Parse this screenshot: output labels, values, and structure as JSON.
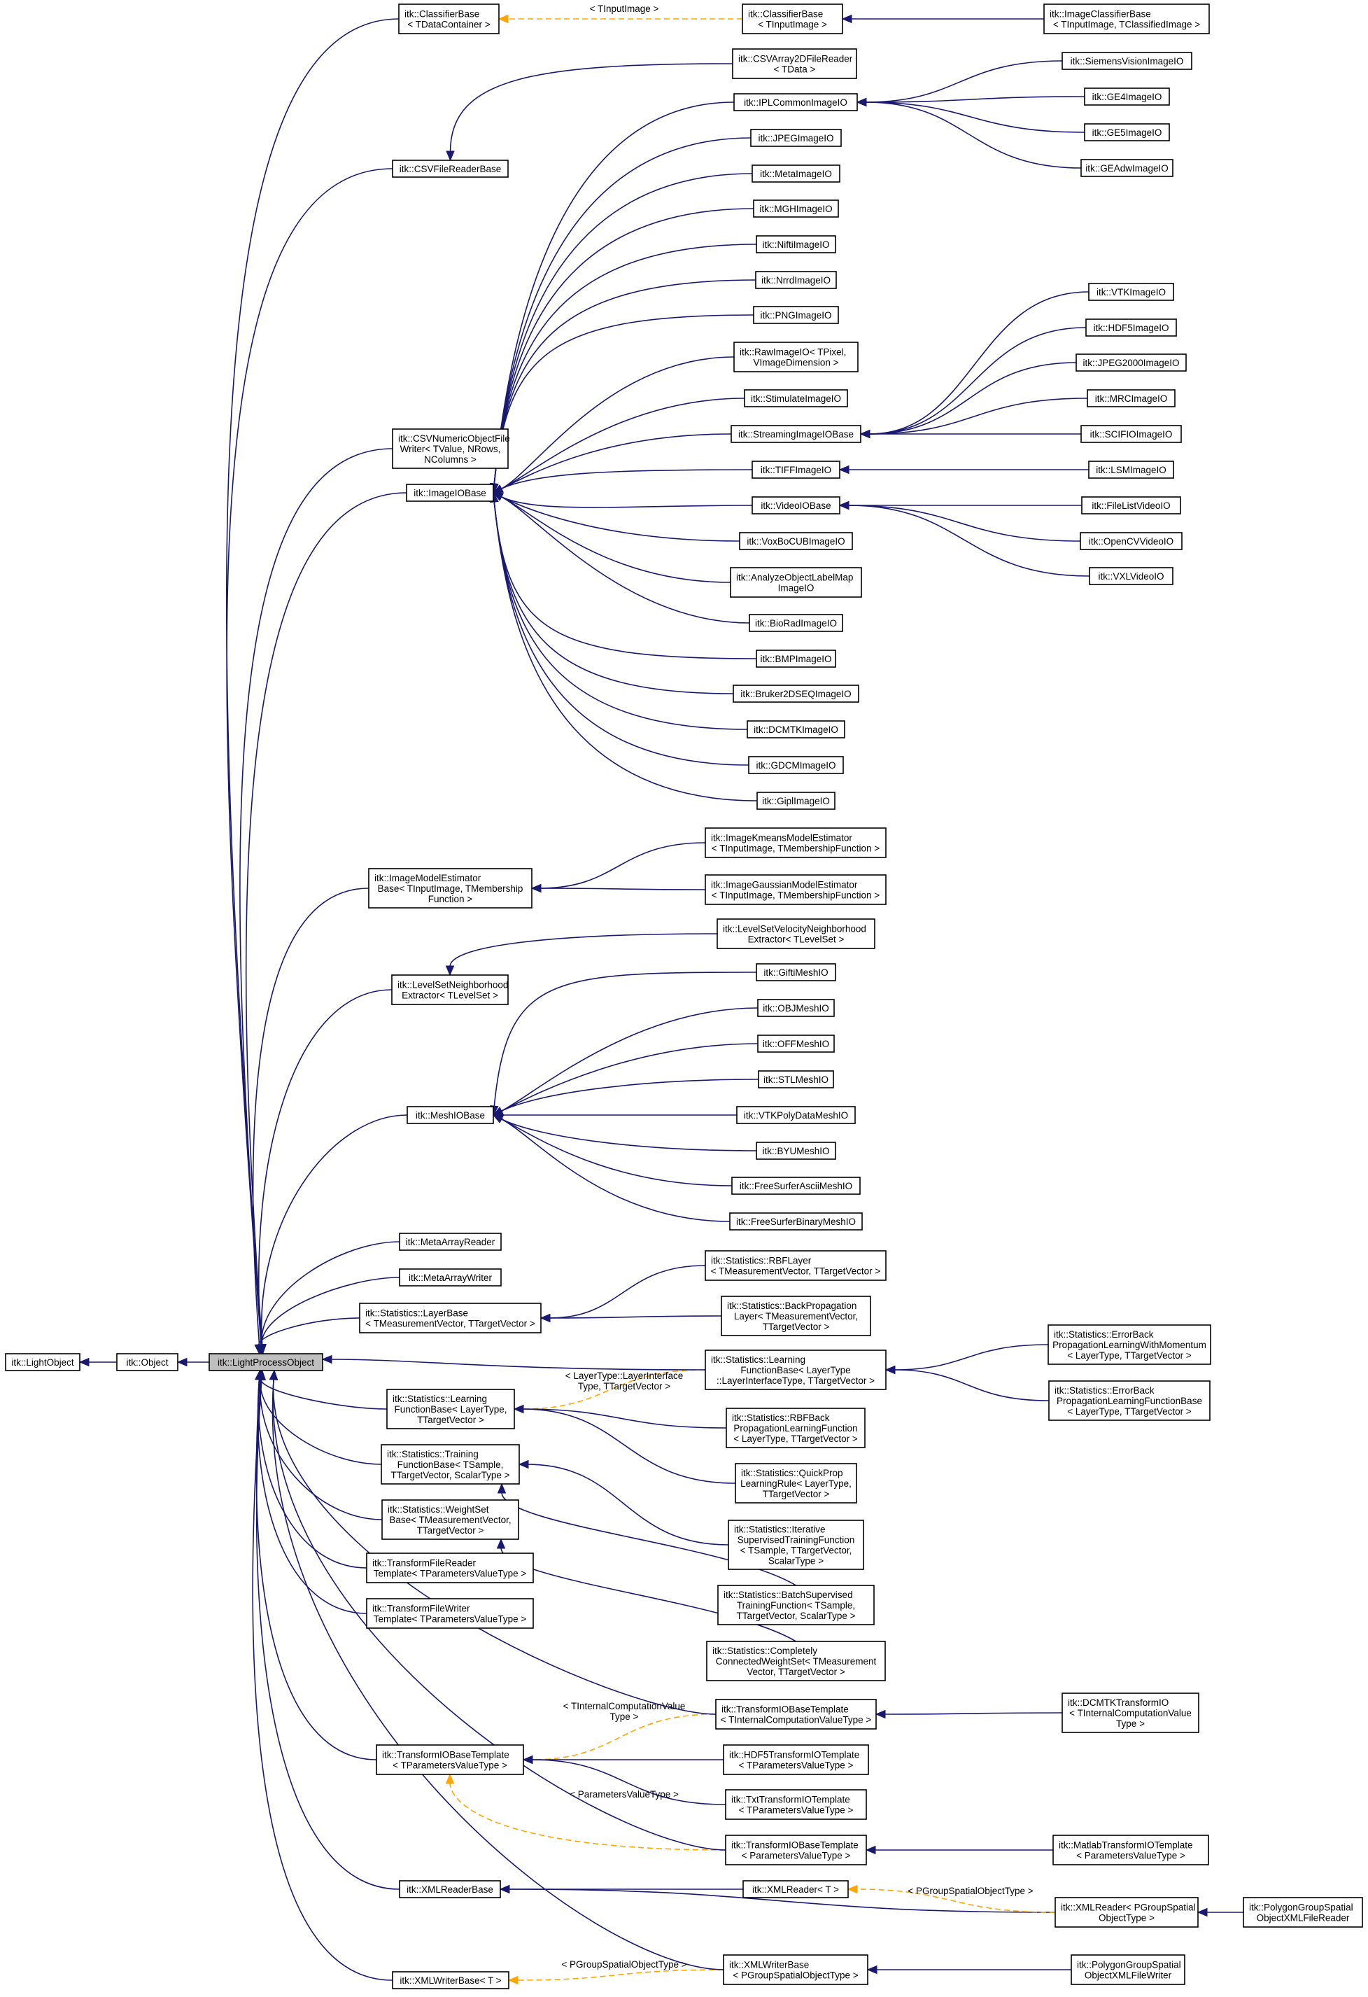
{
  "nodes": [
    {
      "id": "lightobject",
      "lines": [
        "itk::LightObject"
      ]
    },
    {
      "id": "object",
      "lines": [
        "itk::Object"
      ]
    },
    {
      "id": "lpo",
      "lines": [
        "itk::LightProcessObject"
      ],
      "current": true
    },
    {
      "id": "cb_tdc",
      "lines": [
        "itk::ClassifierBase",
        "< TDataContainer >"
      ]
    },
    {
      "id": "cb_tii",
      "lines": [
        "itk::ClassifierBase",
        "< TInputImage >"
      ]
    },
    {
      "id": "icb",
      "lines": [
        "itk::ImageClassifierBase",
        "< TInputImage, TClassifiedImage >"
      ]
    },
    {
      "id": "csvarr",
      "lines": [
        "itk::CSVArray2DFileReader",
        "< TData >"
      ]
    },
    {
      "id": "csvbase",
      "lines": [
        "itk::CSVFileReaderBase"
      ]
    },
    {
      "id": "iplcommon",
      "lines": [
        "itk::IPLCommonImageIO"
      ]
    },
    {
      "id": "siemens",
      "lines": [
        "itk::SiemensVisionImageIO"
      ]
    },
    {
      "id": "ge4",
      "lines": [
        "itk::GE4ImageIO"
      ]
    },
    {
      "id": "ge5",
      "lines": [
        "itk::GE5ImageIO"
      ]
    },
    {
      "id": "geadw",
      "lines": [
        "itk::GEAdwImageIO"
      ]
    },
    {
      "id": "jpeg",
      "lines": [
        "itk::JPEGImageIO"
      ]
    },
    {
      "id": "meta",
      "lines": [
        "itk::MetaImageIO"
      ]
    },
    {
      "id": "mgh",
      "lines": [
        "itk::MGHImageIO"
      ]
    },
    {
      "id": "nifti",
      "lines": [
        "itk::NiftiImageIO"
      ]
    },
    {
      "id": "nrrd",
      "lines": [
        "itk::NrrdImageIO"
      ]
    },
    {
      "id": "png",
      "lines": [
        "itk::PNGImageIO"
      ]
    },
    {
      "id": "raw",
      "lines": [
        "itk::RawImageIO< TPixel,",
        "VImageDimension >"
      ]
    },
    {
      "id": "stimulate",
      "lines": [
        "itk::StimulateImageIO"
      ]
    },
    {
      "id": "streaming",
      "lines": [
        "itk::StreamingImageIOBase"
      ]
    },
    {
      "id": "vtk",
      "lines": [
        "itk::VTKImageIO"
      ]
    },
    {
      "id": "hdf5",
      "lines": [
        "itk::HDF5ImageIO"
      ]
    },
    {
      "id": "jpeg2000",
      "lines": [
        "itk::JPEG2000ImageIO"
      ]
    },
    {
      "id": "mrc",
      "lines": [
        "itk::MRCImageIO"
      ]
    },
    {
      "id": "scifio",
      "lines": [
        "itk::SCIFIOImageIO"
      ]
    },
    {
      "id": "csvnum",
      "lines": [
        "itk::CSVNumericObjectFile",
        "Writer< TValue, NRows,",
        "NColumns >"
      ]
    },
    {
      "id": "imageio",
      "lines": [
        "itk::ImageIOBase"
      ]
    },
    {
      "id": "tiff",
      "lines": [
        "itk::TIFFImageIO"
      ]
    },
    {
      "id": "lsm",
      "lines": [
        "itk::LSMImageIO"
      ]
    },
    {
      "id": "videoio",
      "lines": [
        "itk::VideoIOBase"
      ]
    },
    {
      "id": "filelistvideo",
      "lines": [
        "itk::FileListVideoIO"
      ]
    },
    {
      "id": "opencv",
      "lines": [
        "itk::OpenCVVideoIO"
      ]
    },
    {
      "id": "vxl",
      "lines": [
        "itk::VXLVideoIO"
      ]
    },
    {
      "id": "voxbo",
      "lines": [
        "itk::VoxBoCUBImageIO"
      ]
    },
    {
      "id": "analyze",
      "lines": [
        "itk::AnalyzeObjectLabelMap",
        "ImageIO"
      ]
    },
    {
      "id": "biorad",
      "lines": [
        "itk::BioRadImageIO"
      ]
    },
    {
      "id": "bmp",
      "lines": [
        "itk::BMPImageIO"
      ]
    },
    {
      "id": "bruker",
      "lines": [
        "itk::Bruker2DSEQImageIO"
      ]
    },
    {
      "id": "dcmtk",
      "lines": [
        "itk::DCMTKImageIO"
      ]
    },
    {
      "id": "gdcm",
      "lines": [
        "itk::GDCMImageIO"
      ]
    },
    {
      "id": "gipl",
      "lines": [
        "itk::GiplImageIO"
      ]
    },
    {
      "id": "imgmodel",
      "lines": [
        "itk::ImageModelEstimator",
        "Base< TInputImage, TMembership",
        "Function >"
      ]
    },
    {
      "id": "kmeans",
      "lines": [
        "itk::ImageKmeansModelEstimator",
        "< TInputImage, TMembershipFunction >"
      ]
    },
    {
      "id": "gaussian",
      "lines": [
        "itk::ImageGaussianModelEstimator",
        "< TInputImage, TMembershipFunction >"
      ]
    },
    {
      "id": "lsvel",
      "lines": [
        "itk::LevelSetVelocityNeighborhood",
        "Extractor< TLevelSet >"
      ]
    },
    {
      "id": "lsneigh",
      "lines": [
        "itk::LevelSetNeighborhood",
        "Extractor< TLevelSet >"
      ]
    },
    {
      "id": "gifti",
      "lines": [
        "itk::GiftiMeshIO"
      ]
    },
    {
      "id": "obj",
      "lines": [
        "itk::OBJMeshIO"
      ]
    },
    {
      "id": "off",
      "lines": [
        "itk::OFFMeshIO"
      ]
    },
    {
      "id": "stl",
      "lines": [
        "itk::STLMeshIO"
      ]
    },
    {
      "id": "meshio",
      "lines": [
        "itk::MeshIOBase"
      ]
    },
    {
      "id": "vtkpoly",
      "lines": [
        "itk::VTKPolyDataMeshIO"
      ]
    },
    {
      "id": "byu",
      "lines": [
        "itk::BYUMeshIO"
      ]
    },
    {
      "id": "fsascii",
      "lines": [
        "itk::FreeSurferAsciiMeshIO"
      ]
    },
    {
      "id": "fsbinary",
      "lines": [
        "itk::FreeSurferBinaryMeshIO"
      ]
    },
    {
      "id": "metaarrreader",
      "lines": [
        "itk::MetaArrayReader"
      ]
    },
    {
      "id": "metaarrwriter",
      "lines": [
        "itk::MetaArrayWriter"
      ]
    },
    {
      "id": "rbflayer",
      "lines": [
        "itk::Statistics::RBFLayer",
        "< TMeasurementVector, TTargetVector >"
      ]
    },
    {
      "id": "layerbase",
      "lines": [
        "itk::Statistics::LayerBase",
        "< TMeasurementVector, TTargetVector >"
      ]
    },
    {
      "id": "backprop",
      "lines": [
        "itk::Statistics::BackPropagation",
        "Layer< TMeasurementVector,",
        "TTargetVector >"
      ]
    },
    {
      "id": "errmomentum",
      "lines": [
        "itk::Statistics::ErrorBack",
        "PropagationLearningWithMomentum",
        "< LayerType, TTargetVector >"
      ]
    },
    {
      "id": "lfb_li",
      "lines": [
        "itk::Statistics::Learning",
        "FunctionBase< LayerType",
        "::LayerInterfaceType, TTargetVector >"
      ]
    },
    {
      "id": "errfunc",
      "lines": [
        "itk::Statistics::ErrorBack",
        "PropagationLearningFunctionBase",
        "< LayerType, TTargetVector >"
      ]
    },
    {
      "id": "lfb",
      "lines": [
        "itk::Statistics::Learning",
        "FunctionBase< LayerType,",
        "TTargetVector >"
      ]
    },
    {
      "id": "rbfback",
      "lines": [
        "itk::Statistics::RBFBack",
        "PropagationLearningFunction",
        "< LayerType, TTargetVector >"
      ]
    },
    {
      "id": "training",
      "lines": [
        "itk::Statistics::Training",
        "FunctionBase< TSample,",
        "TTargetVector, ScalarType >"
      ]
    },
    {
      "id": "quickprop",
      "lines": [
        "itk::Statistics::QuickProp",
        "LearningRule< LayerType,",
        "TTargetVector >"
      ]
    },
    {
      "id": "weightset",
      "lines": [
        "itk::Statistics::WeightSet",
        "Base< TMeasurementVector,",
        "TTargetVector >"
      ]
    },
    {
      "id": "iterative",
      "lines": [
        "itk::Statistics::Iterative",
        "SupervisedTrainingFunction",
        "< TSample, TTargetVector,",
        "ScalarType >"
      ]
    },
    {
      "id": "tfreader",
      "lines": [
        "itk::TransformFileReader",
        "Template< TParametersValueType >"
      ]
    },
    {
      "id": "batch",
      "lines": [
        "itk::Statistics::BatchSupervised",
        "TrainingFunction< TSample,",
        "TTargetVector, ScalarType >"
      ]
    },
    {
      "id": "tfwriter",
      "lines": [
        "itk::TransformFileWriter",
        "Template< TParametersValueType >"
      ]
    },
    {
      "id": "complete",
      "lines": [
        "itk::Statistics::Completely",
        "ConnectedWeightSet< TMeasurement",
        "Vector, TTargetVector >"
      ]
    },
    {
      "id": "tiobt_int",
      "lines": [
        "itk::TransformIOBaseTemplate",
        "< TInternalComputationValueType >"
      ]
    },
    {
      "id": "dcmtktransform",
      "lines": [
        "itk::DCMTKTransformIO",
        "< TInternalComputationValue",
        "Type >"
      ]
    },
    {
      "id": "tiobt",
      "lines": [
        "itk::TransformIOBaseTemplate",
        "< TParametersValueType >"
      ]
    },
    {
      "id": "hdf5transform",
      "lines": [
        "itk::HDF5TransformIOTemplate",
        "< TParametersValueType >"
      ]
    },
    {
      "id": "txttransform",
      "lines": [
        "itk::TxtTransformIOTemplate",
        "< TParametersValueType >"
      ]
    },
    {
      "id": "tiobt_pv",
      "lines": [
        "itk::TransformIOBaseTemplate",
        "< ParametersValueType >"
      ]
    },
    {
      "id": "matlab",
      "lines": [
        "itk::MatlabTransformIOTemplate",
        "< ParametersValueType >"
      ]
    },
    {
      "id": "xmlreaderbase",
      "lines": [
        "itk::XMLReaderBase"
      ]
    },
    {
      "id": "xmlreader_t",
      "lines": [
        "itk::XMLReader< T >"
      ]
    },
    {
      "id": "xmlreader_pg",
      "lines": [
        "itk::XMLReader< PGroupSpatial",
        "ObjectType >"
      ]
    },
    {
      "id": "pgreader",
      "lines": [
        "itk::PolygonGroupSpatial",
        "ObjectXMLFileReader"
      ]
    },
    {
      "id": "xmlwriterbase_pg",
      "lines": [
        "itk::XMLWriterBase",
        "< PGroupSpatialObjectType >"
      ]
    },
    {
      "id": "pgwriter",
      "lines": [
        "itk::PolygonGroupSpatial",
        "ObjectXMLFileWriter"
      ]
    },
    {
      "id": "xmlwriterbase_t",
      "lines": [
        "itk::XMLWriterBase< T >"
      ]
    }
  ],
  "edge_labels": [
    {
      "id": "lbl_tinputimage",
      "lines": [
        "< TInputImage >"
      ]
    },
    {
      "id": "lbl_layertype",
      "lines": [
        "< LayerType::LayerInterface",
        "Type, TTargetVector >"
      ]
    },
    {
      "id": "lbl_tinternal",
      "lines": [
        "< TInternalComputationValue",
        "Type >"
      ]
    },
    {
      "id": "lbl_paramsvt",
      "lines": [
        "< ParametersValueType >"
      ]
    },
    {
      "id": "lbl_pgroup_reader",
      "lines": [
        "< PGroupSpatialObjectType >"
      ]
    },
    {
      "id": "lbl_pgroup_writer",
      "lines": [
        "< PGroupSpatialObjectType >"
      ]
    }
  ]
}
